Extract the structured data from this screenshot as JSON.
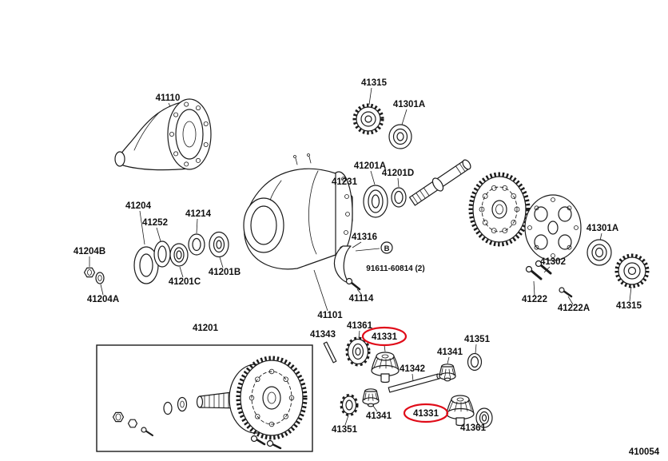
{
  "diagram": {
    "drawing_number": "410054",
    "section_symbol": "B",
    "bolt_note": "91611-60814 (2)",
    "highlight_color": "#e00b18",
    "highlighted_part_number": "41331",
    "part_labels": [
      "41110",
      "41315",
      "41301A",
      "41201A",
      "41201D",
      "41231",
      "41204",
      "41252",
      "41214",
      "41204B",
      "41204A",
      "41201C",
      "41201B",
      "41316",
      "41114",
      "41101",
      "41302",
      "41301A",
      "41222",
      "41222A",
      "41315",
      "41201",
      "41343",
      "41361",
      "41331",
      "41342",
      "41341",
      "41351",
      "41351",
      "41341",
      "41331",
      "41361"
    ]
  }
}
